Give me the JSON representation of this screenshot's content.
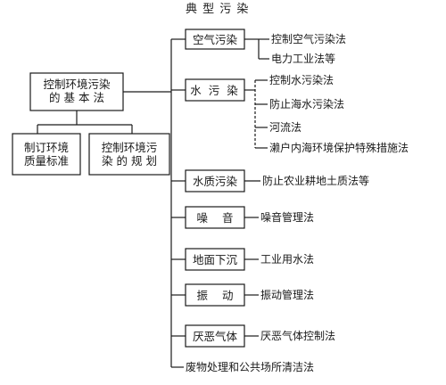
{
  "title": "典 型 污 染",
  "root": {
    "line1": "控制环境污染",
    "line2": "的 基 本 法"
  },
  "sub_left": {
    "line1": "制订环境",
    "line2": "质量标准"
  },
  "sub_right": {
    "line1": "控制环境污",
    "line2": "染 的 规 划"
  },
  "categories": [
    {
      "label": "空气污染",
      "laws": [
        "控制空气污染法",
        "电力工业法等"
      ]
    },
    {
      "label": "水 污 染",
      "laws": [
        "控制水污染法",
        "防止海水污染法",
        "河流法",
        "濑户内海环境保护特殊措施法"
      ]
    },
    {
      "label": "水质污染",
      "laws": [
        "防止农业耕地土质法等"
      ]
    },
    {
      "label": "噪    音",
      "laws": [
        "噪音管理法"
      ]
    },
    {
      "label": "地面下沉",
      "laws": [
        "工业用水法"
      ]
    },
    {
      "label": "振    动",
      "laws": [
        "振动管理法"
      ]
    },
    {
      "label": "厌恶气体",
      "laws": [
        "厌恶气体控制法"
      ]
    }
  ],
  "last_item": "废物处理和公共场所清洁法"
}
